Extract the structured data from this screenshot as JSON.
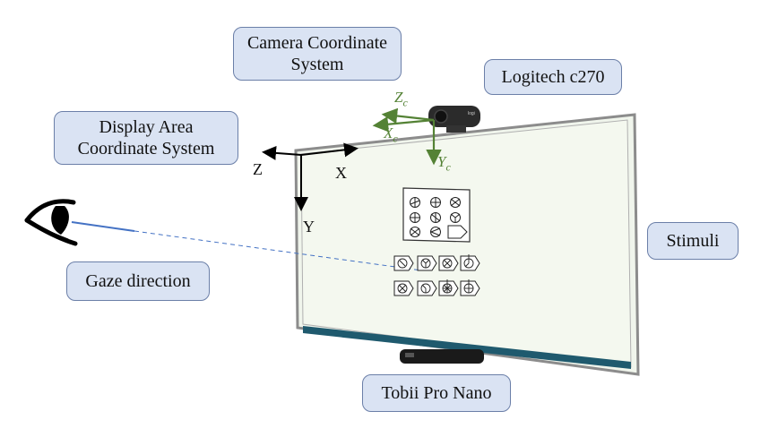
{
  "labels": {
    "camera_coord": "Camera Coordinate\nSystem",
    "logitech": "Logitech c270",
    "display_area": "Display Area\nCoordinate System",
    "stimuli": "Stimuli",
    "gaze": "Gaze direction",
    "tobii": "Tobii Pro Nano"
  },
  "display_axes": {
    "x": "X",
    "y": "Y",
    "z": "Z"
  },
  "camera_axes": {
    "x_base": "X",
    "x_sub": "c",
    "y_base": "Y",
    "y_sub": "c",
    "z_base": "Z",
    "z_sub": "c"
  },
  "colors": {
    "box_fill": "#dae3f3",
    "box_border": "#6b7fa8",
    "camera_axis": "#548235",
    "gaze_line": "#4472c4",
    "board_fill": "#f0f5ec",
    "board_frame": "#8c8c8c",
    "board_strip": "#1f5a6e"
  },
  "icons": {
    "eye": "eye-icon",
    "camera": "webcam-icon",
    "tracker": "eye-tracker-bar-icon"
  }
}
